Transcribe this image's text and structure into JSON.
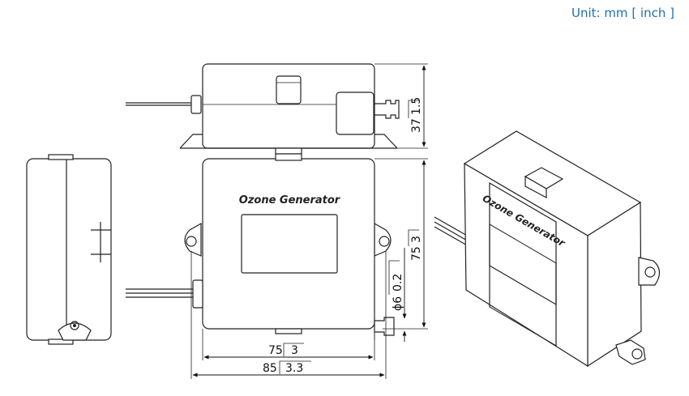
{
  "unit_label": "Unit: mm [ inch ]",
  "product_label_front": "Ozone Generator",
  "product_label_iso": "Ozone Generator",
  "dimensions": {
    "height": {
      "mm": "37",
      "inch": "1.5"
    },
    "body_height": {
      "mm": "75",
      "inch": "3"
    },
    "pipe_offset": {
      "mm": "0.2"
    },
    "pipe_dia": {
      "mm": "ϕ6"
    },
    "body_width": {
      "mm": "75",
      "inch": "3"
    },
    "overall_width": {
      "mm": "85",
      "inch": "3.3"
    }
  }
}
